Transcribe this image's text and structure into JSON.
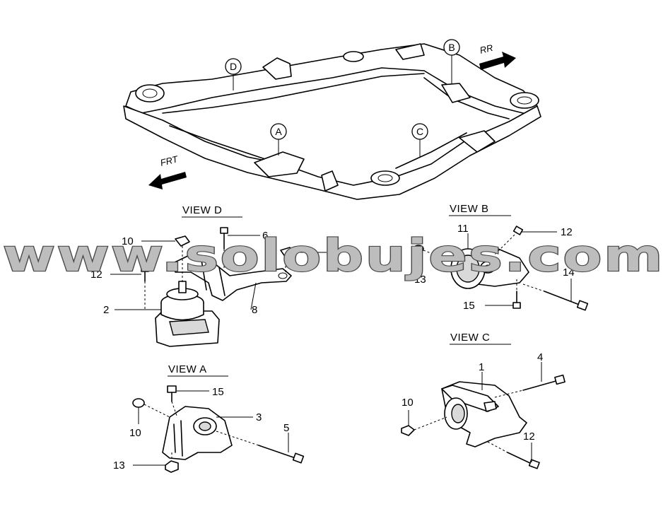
{
  "callouts": {
    "A": "A",
    "B": "B",
    "C": "C",
    "D": "D"
  },
  "directions": {
    "front": "FRT",
    "rear": "RR"
  },
  "views": {
    "D": "VIEW D",
    "B": "VIEW B",
    "C": "VIEW C",
    "A": "VIEW A"
  },
  "part_numbers": {
    "view_d": [
      "10",
      "6",
      "10",
      "12",
      "2",
      "8"
    ],
    "view_b": [
      "11",
      "12",
      "13",
      "14",
      "15"
    ],
    "view_c": [
      "1",
      "4",
      "10",
      "12"
    ],
    "view_a": [
      "15",
      "3",
      "10",
      "5",
      "13"
    ]
  },
  "watermark": "www.solobujes.com"
}
